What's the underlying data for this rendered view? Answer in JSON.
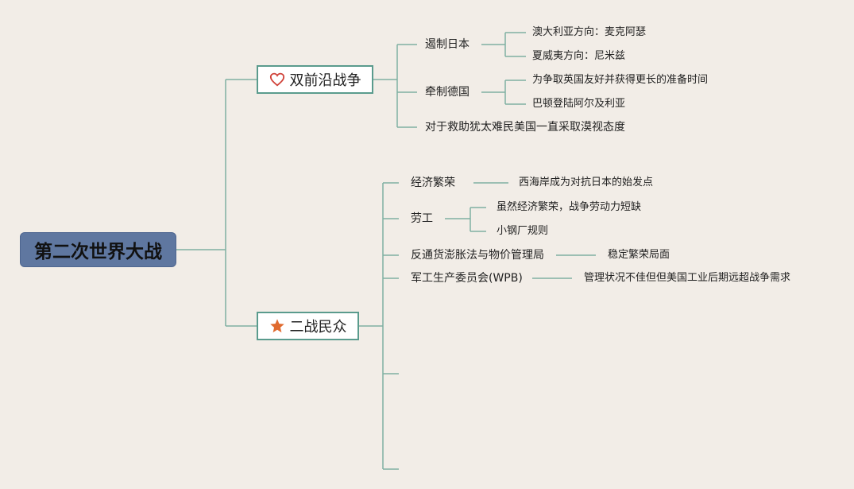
{
  "root": {
    "label": "第二次世界大战"
  },
  "branches": [
    {
      "label": "双前沿战争",
      "icon": "heart-icon",
      "children": [
        {
          "label": "遏制日本",
          "children": [
            "澳大利亚方向：麦克阿瑟",
            "夏威夷方向：尼米兹"
          ]
        },
        {
          "label": "牵制德国",
          "children": [
            "为争取英国友好并获得更长的准备时间",
            "巴顿登陆阿尔及利亚"
          ]
        },
        {
          "label": "对于救助犹太难民美国一直采取漠视态度",
          "children": []
        }
      ]
    },
    {
      "label": "二战民众",
      "icon": "star-icon",
      "children": [
        {
          "label": "经济繁荣",
          "children": [
            "西海岸成为对抗日本的始发点"
          ]
        },
        {
          "label": "劳工",
          "children": [
            "虽然经济繁荣，战争劳动力短缺",
            "小钢厂规则"
          ]
        },
        {
          "label": "反通货澎胀法与物价管理局",
          "children": [
            "稳定繁荣局面"
          ]
        },
        {
          "label": "军工生产委员会(WPB)",
          "children": [
            "管理状况不佳但但美国工业后期远超战争需求"
          ]
        },
        {
          "label": "",
          "children": []
        },
        {
          "label": "",
          "children": []
        }
      ]
    }
  ],
  "colors": {
    "line": "#7fb0a2",
    "root_fill": "#5f77a0",
    "heart": "#d0433a",
    "star": "#e06a2e",
    "background": "#f2ede7"
  }
}
